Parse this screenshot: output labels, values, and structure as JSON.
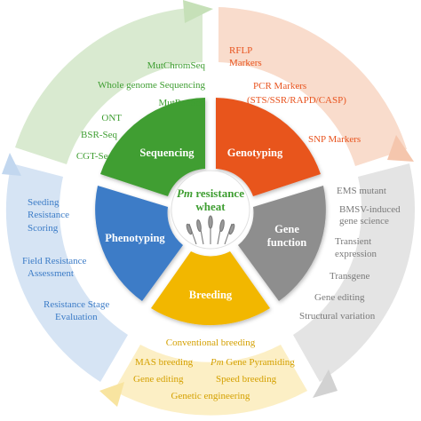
{
  "center": {
    "title_italic": "Pm",
    "title_rest": " resistance",
    "title_line2": "wheat"
  },
  "sectors": {
    "sequencing": {
      "label": "Sequencing",
      "color": "#3f9e32",
      "outer_color": "#d9ead0",
      "items": [
        "MutChromSeq",
        "Whole genome Sequencing",
        "MutRenSeq",
        "ONT",
        "BSR-Seq",
        "CGT-Seq"
      ]
    },
    "genotyping": {
      "label": "Genotyping",
      "color": "#e8541f",
      "outer_color": "#f9dccc",
      "items": [
        "RFLP",
        "Markers",
        "PCR Markers",
        "(STS/SSR/RAPD/CASP)",
        "SNP Markers"
      ]
    },
    "gene_function": {
      "label_line1": "Gene",
      "label_line2": "function",
      "color": "#8e8e8e",
      "outer_color": "#e4e4e4",
      "items": [
        "EMS mutant",
        "BMSV-induced",
        "gene science",
        "Transient",
        "expression",
        "Transgene",
        "Gene editing",
        "Structural variation"
      ]
    },
    "breeding": {
      "label": "Breeding",
      "color": "#f2b705",
      "outer_color": "#fcefc5",
      "items": [
        "Conventional breeding",
        "MAS breeding",
        "Pm",
        " Gene Pyramiding",
        "Gene editing",
        "Speed breeding",
        "Genetic engineering"
      ]
    },
    "phenotyping": {
      "label": "Phenotyping",
      "color": "#3c7cc7",
      "outer_color": "#d6e4f4",
      "items": [
        "Seeding",
        "Resistance",
        "Scoring",
        "Field Resistance",
        "Assessment",
        "Resistance Stage",
        "Evaluation"
      ]
    }
  }
}
